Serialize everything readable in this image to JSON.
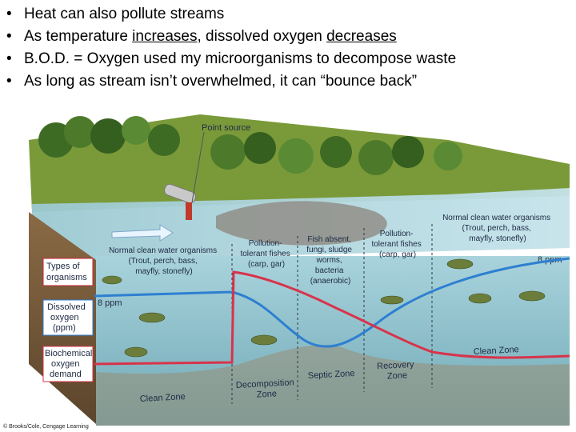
{
  "bullets": [
    {
      "text": "Heat can also pollute streams"
    },
    {
      "pre": "As temperature ",
      "u1": "increases",
      "mid": ", dissolved oxygen ",
      "u2": "decreases"
    },
    {
      "text": "B.O.D. = Oxygen used my microorganisms to decompose waste"
    },
    {
      "text": "As long as stream isn’t overwhelmed, it can “bounce back”"
    }
  ],
  "bullet_glyph": "•",
  "diagram": {
    "point_source": "Point source",
    "row_labels": {
      "types": [
        "Types of",
        "organisms"
      ],
      "dissolved": [
        "Dissolved",
        "oxygen",
        "(ppm)"
      ],
      "bod": [
        "Biochemical",
        "oxygen",
        "demand"
      ]
    },
    "organism_labels": {
      "clean_left": [
        "Normal clean water organisms",
        "(Trout, perch, bass,",
        "mayfly, stonefly)"
      ],
      "pollution_tolerant_1": [
        "Pollution-",
        "tolerant fishes",
        "(carp, gar)"
      ],
      "fish_absent": [
        "Fish absent,",
        "fungi, sludge",
        "worms,",
        "bacteria",
        "(anaerobic)"
      ],
      "pollution_tolerant_2": [
        "Pollution-",
        "tolerant fishes",
        "(carp, gar)"
      ],
      "clean_right": [
        "Normal clean water organisms",
        "(Trout, perch, bass,",
        "mayfly, stonefly)"
      ]
    },
    "ppm_left": "8 ppm",
    "ppm_right": "8 ppm",
    "zones": {
      "clean_left": "Clean Zone",
      "decomposition": [
        "Decomposition",
        "Zone"
      ],
      "septic": "Septic Zone",
      "recovery": [
        "Recovery",
        "Zone"
      ],
      "clean_right": "Clean Zone"
    },
    "credit": "© Brooks/Cole, Cengage Learning",
    "colors": {
      "dissolved_oxygen": "#2e7fd1",
      "bod": "#d8334a",
      "water": "#8fc3cf",
      "land": "#7a9a3a",
      "label_box_border": "#c23"
    }
  }
}
